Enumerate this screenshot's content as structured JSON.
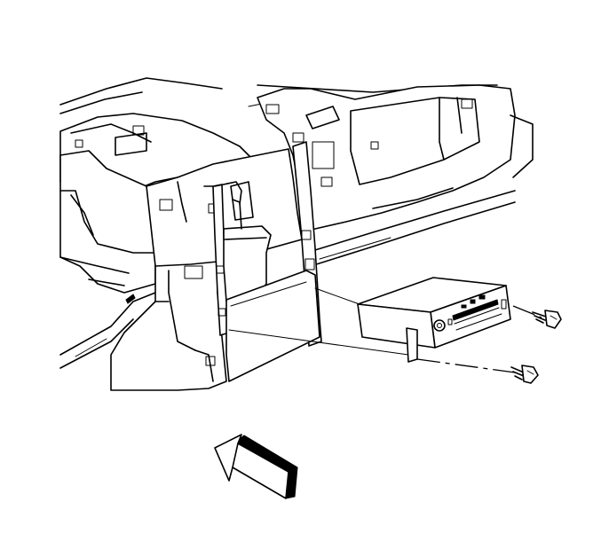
{
  "figure": {
    "caption": "",
    "components": [
      {
        "id": "instrument-panel-carrier",
        "icon": "dashboard-carrier-drawing"
      },
      {
        "id": "radio-receiver",
        "icon": "radio-unit-drawing"
      },
      {
        "id": "upper-screw",
        "icon": "screw-icon"
      },
      {
        "id": "lower-screw",
        "icon": "screw-icon"
      },
      {
        "id": "view-direction-arrow",
        "icon": "arrow-icon"
      }
    ]
  }
}
